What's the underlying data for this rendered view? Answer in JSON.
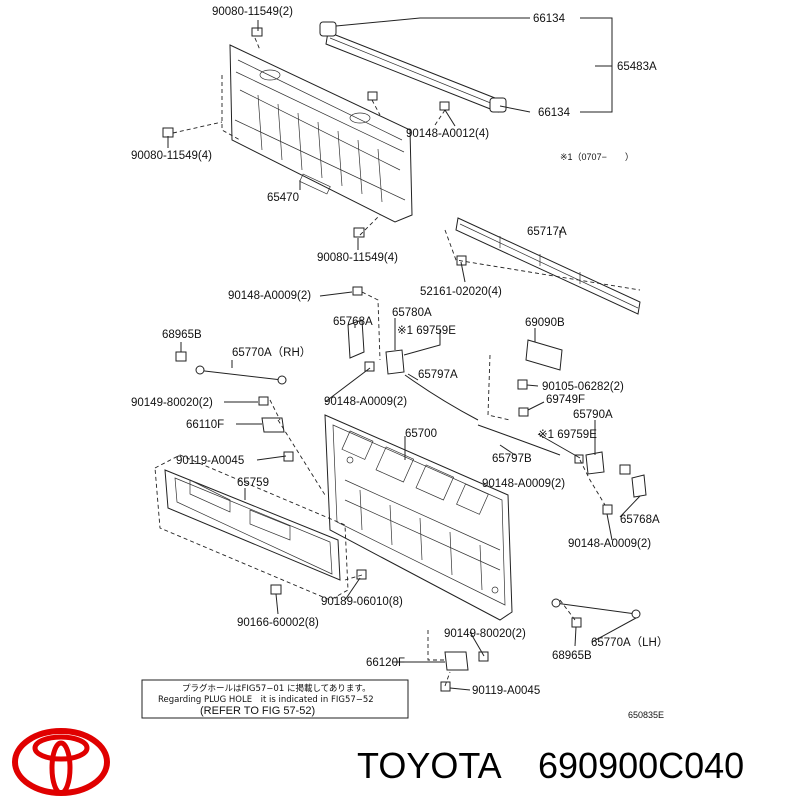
{
  "labels": {
    "p_90080_top": "90080-11549(2)",
    "p_66134_top": "66134",
    "p_65483A": "65483A",
    "p_66134_bot": "66134",
    "p_90148_A0012": "90148-A0012(4)",
    "p_90080_left": "90080-11549(4)",
    "p_note_star": "※1（0707−　　）",
    "p_65470": "65470",
    "p_65717A": "65717A",
    "p_90080_bot": "90080-11549(4)",
    "p_52161": "52161-02020(4)",
    "p_90148_A0009_a": "90148-A0009(2)",
    "p_65780A": "65780A",
    "p_65768A_left": "65768A",
    "p_69759E_a": "※1 69759E",
    "p_69090B": "69090B",
    "p_68965B_left": "68965B",
    "p_65770A_rh": "65770A（RH）",
    "p_65797A": "65797A",
    "p_90105": "90105-06282(2)",
    "p_90149_left": "90149-80020(2)",
    "p_90148_A0009_b": "90148-A0009(2)",
    "p_69749F": "69749F",
    "p_65790A": "65790A",
    "p_66110F": "66110F",
    "p_65700": "65700",
    "p_69759E_b": "※1 69759E",
    "p_90119_top": "90119-A0045",
    "p_65797B": "65797B",
    "p_90148_A0009_c": "90148-A0009(2)",
    "p_65759": "65759",
    "p_65768A_right": "65768A",
    "p_90148_A0009_d": "90148-A0009(2)",
    "p_90189": "90189-06010(8)",
    "p_90166": "90166-60002(8)",
    "p_90149_right": "90149-80020(2)",
    "p_65770A_lh": "65770A（LH）",
    "p_68965B_right": "68965B",
    "p_66120F": "66120F",
    "p_90119_bot": "90119-A0045",
    "p_ref_code": "650835E"
  },
  "note_box": {
    "line1": "プラグホールはFIG57−01 に掲載してあります。",
    "line2": "Regarding PLUG HOLE　it is indicated in FIG57−52",
    "line3": "(REFER TO FIG 57-52)"
  },
  "footer": {
    "brand": "TOYOTA",
    "part_number": "690900C040"
  },
  "colors": {
    "logo": "#e00000",
    "ink": "#111111"
  }
}
